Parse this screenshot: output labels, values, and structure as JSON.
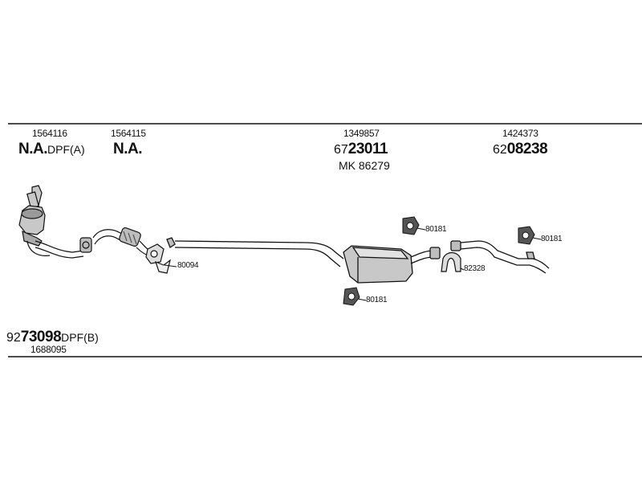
{
  "parts": {
    "p1": {
      "ref": "1564116",
      "prefix": "N.A.",
      "suffix": "DPF(A)"
    },
    "p2": {
      "ref": "1564115",
      "prefix": "N.A."
    },
    "p3": {
      "ref": "1349857",
      "pre": "67",
      "main": "23011",
      "mk": "MK  86279"
    },
    "p4": {
      "ref": "1424373",
      "pre": "62",
      "main": "08238"
    },
    "p5": {
      "pre": "92",
      "main": "73098",
      "suffix": "DPF(B)",
      "ref": "1688095"
    }
  },
  "callouts": {
    "gasket": "80094",
    "hanger_a": "80181",
    "hanger_b": "80181",
    "hanger_c": "80181",
    "clamp": "82328"
  },
  "colors": {
    "ink": "#111111",
    "fill": "#bdbdbd",
    "shade": "#8a8a8a"
  }
}
